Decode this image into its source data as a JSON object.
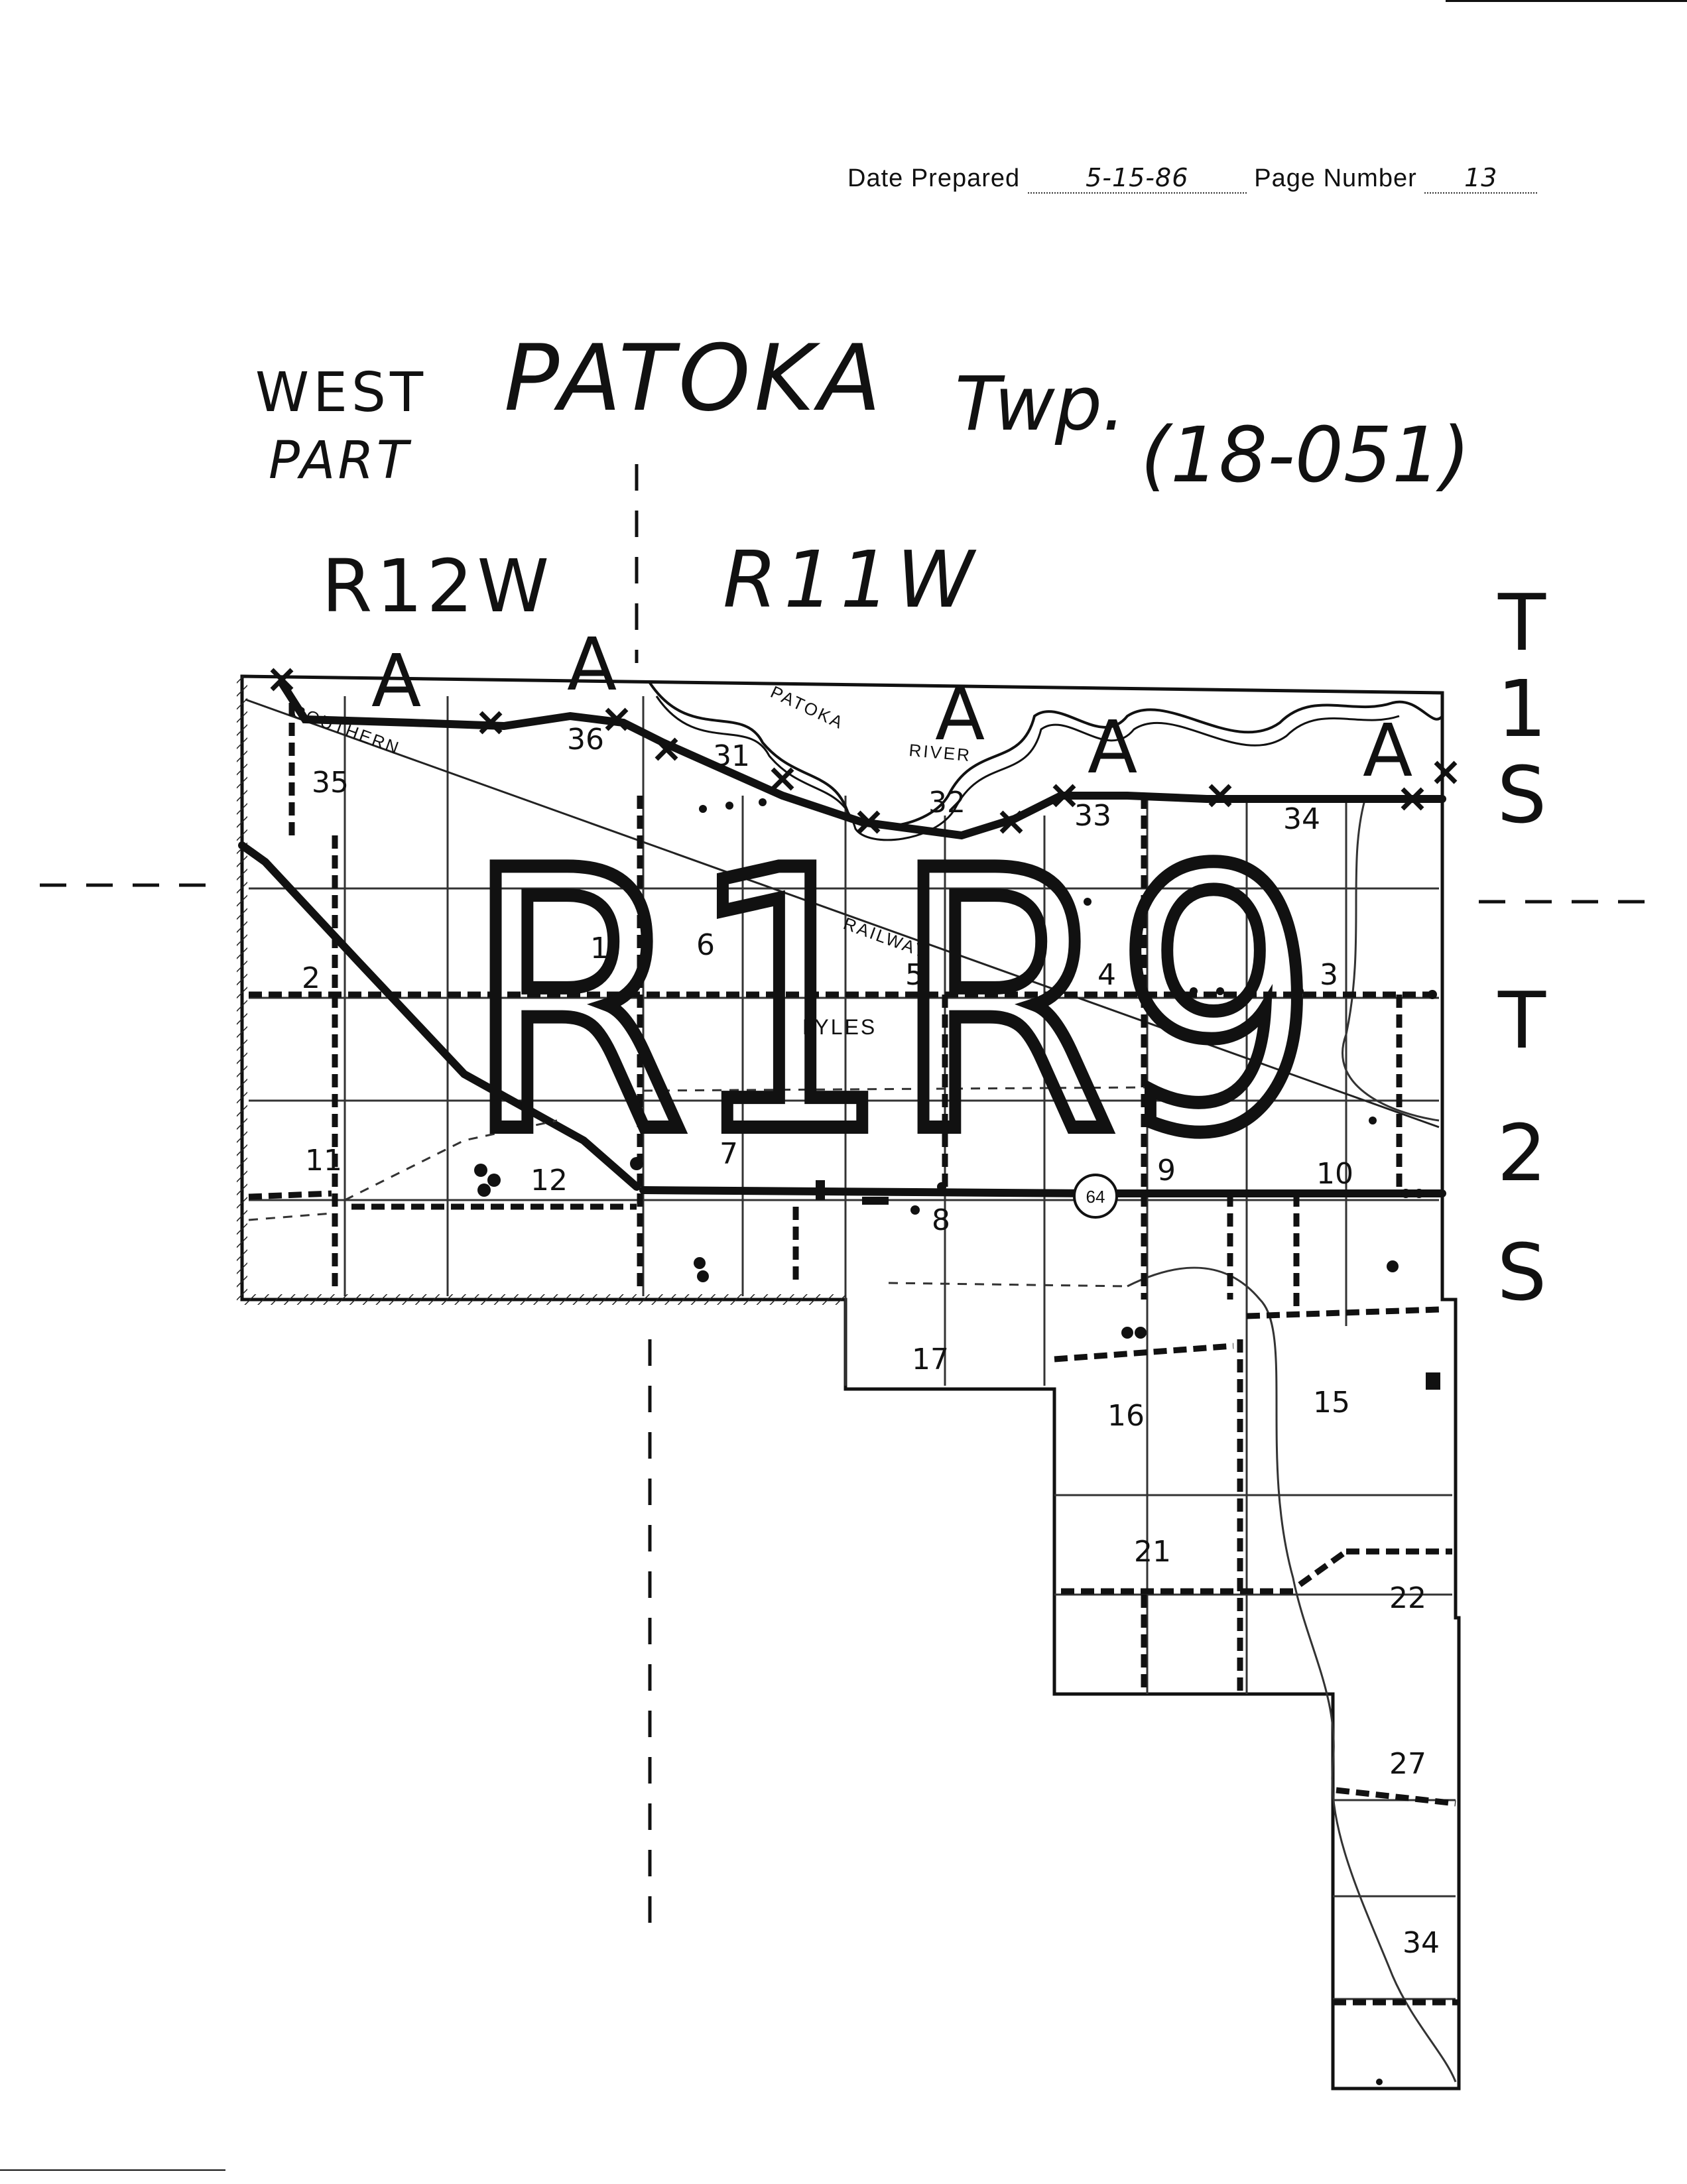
{
  "header": {
    "date_label": "Date Prepared",
    "date_value": "5-15-86",
    "page_label": "Page Number",
    "page_value": "13"
  },
  "title": {
    "west": "WEST",
    "part": "PART",
    "township": "PATOKA",
    "twp": "Twp.",
    "code": "(18-051)"
  },
  "ranges": {
    "left": "R12W",
    "right": "R11W"
  },
  "townships": {
    "upper": [
      "T",
      "1",
      "S"
    ],
    "lower": [
      "T",
      "2",
      "S"
    ]
  },
  "area_marks": [
    "A",
    "A",
    "A",
    "A",
    "A"
  ],
  "map_labels": {
    "railway_top": "SOUTHERN",
    "railway_mid": "RAILWAY",
    "river_a": "PATOKA",
    "river_b": "RIVER",
    "town": "LYLES",
    "highway": "64"
  },
  "sections": {
    "s35": "35",
    "s36": "36",
    "s31": "31",
    "s32": "32",
    "s33": "33",
    "s34a": "34",
    "s2": "2",
    "s1": "1",
    "s6": "6",
    "s5": "5",
    "s4": "4",
    "s3": "3",
    "s11": "11",
    "s12": "12",
    "s7": "7",
    "s8": "8",
    "s9": "9",
    "s10": "10",
    "s17": "17",
    "s16": "16",
    "s15": "15",
    "s21": "21",
    "s22": "22",
    "s27": "27",
    "s34b": "34"
  },
  "handwritten_code": "R1R9"
}
